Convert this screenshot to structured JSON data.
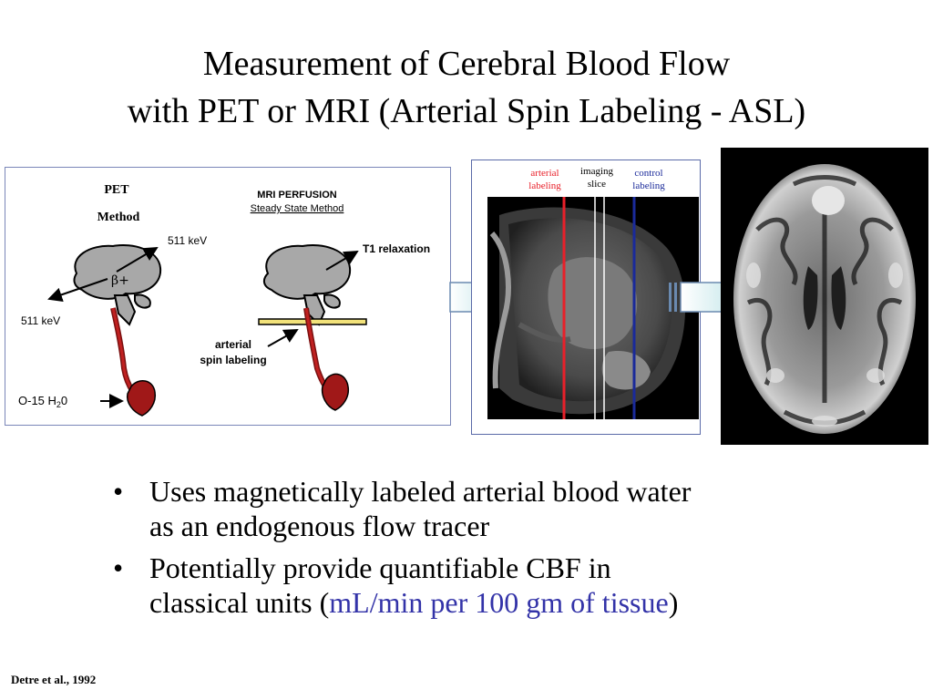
{
  "title": {
    "line1": "Measurement of Cerebral Blood Flow",
    "line2": "with PET or MRI (Arterial Spin Labeling - ASL)"
  },
  "pet_panel": {
    "heading1": "PET",
    "heading2": "Method",
    "energy_top": "511 keV",
    "energy_left": "511 keV",
    "beta": "β+",
    "tracer_main": "O-15 H",
    "tracer_sub": "2",
    "tracer_end": "0",
    "mri_heading1": "MRI PERFUSION",
    "mri_heading2": "Steady State Method",
    "t1": "T1 relaxation",
    "asl1": "arterial",
    "asl2": "spin labeling"
  },
  "mri_slice": {
    "arterial1": "arterial",
    "arterial2": "labeling",
    "imaging1": "imaging",
    "imaging2": "slice",
    "control1": "control",
    "control2": "labeling"
  },
  "bullets": [
    {
      "line1": "Uses magnetically labeled arterial blood water",
      "line2": "as an endogenous flow tracer"
    },
    {
      "line1": "Potentially provide quantifiable CBF in",
      "line2_pre": "classical units (",
      "line2_blue": "mL/min per 100 gm of tissue",
      "line2_post": ")"
    }
  ],
  "bullet_symbol": "•",
  "citation": "Detre et al., 1992",
  "colors": {
    "arterial": "#e8202a",
    "control": "#1a2a9a",
    "units": "#3333a8",
    "heart": "#a01818",
    "brain": "#a8a8a8"
  }
}
